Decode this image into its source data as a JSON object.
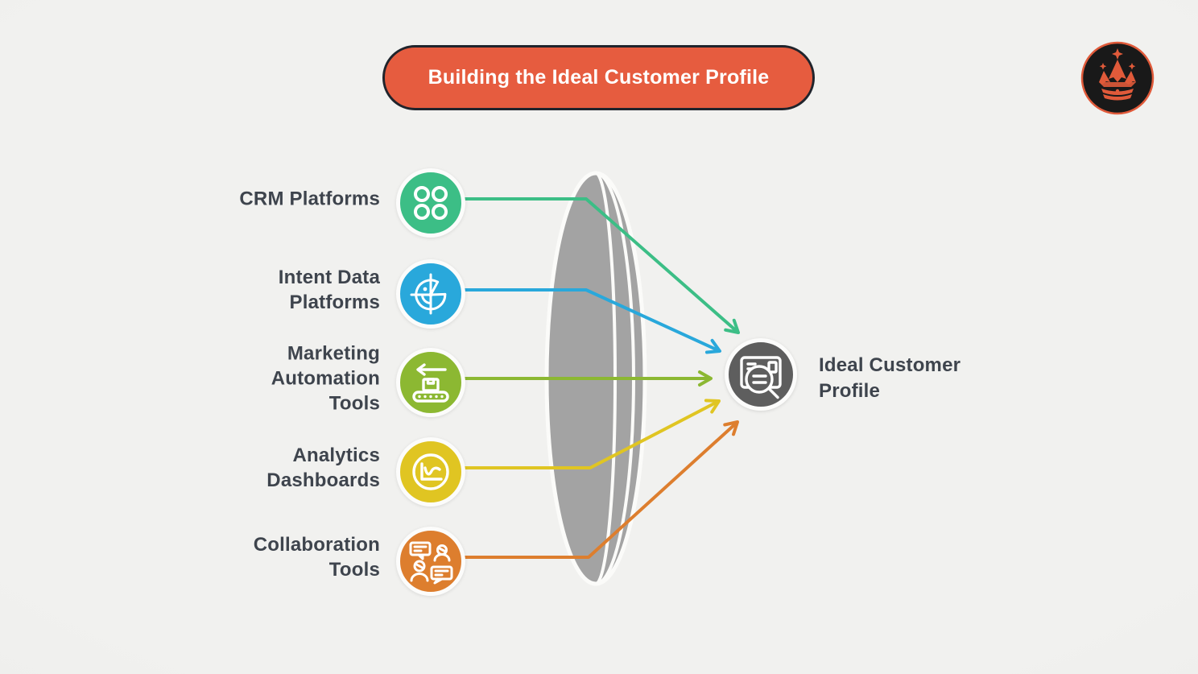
{
  "background": "#F0F0EE",
  "text_color": "#3E444D",
  "title": {
    "label": "Building the Ideal Customer Profile",
    "fill": "#E65C3F",
    "border": "#20242C",
    "text_color": "#FFFFFF"
  },
  "logo": {
    "name": "mountain-crown-logo",
    "bg": "#191919",
    "accent": "#E05A3A"
  },
  "lens": {
    "fill": "#A3A3A3",
    "edge": "#FBFBF9"
  },
  "sources": [
    {
      "label": "CRM Platforms",
      "color": "#3CBE86",
      "icon": "crm-contacts-grid-icon"
    },
    {
      "label": "Intent Data\nPlatforms",
      "color": "#29A8DB",
      "icon": "radar-icon"
    },
    {
      "label": "Marketing\nAutomation\nTools",
      "color": "#8CB832",
      "icon": "conveyor-belt-icon"
    },
    {
      "label": "Analytics\nDashboards",
      "color": "#E0C522",
      "icon": "line-chart-icon"
    },
    {
      "label": "Collaboration\nTools",
      "color": "#DD7E2E",
      "icon": "people-chat-icon"
    }
  ],
  "result": {
    "label": "Ideal Customer\nProfile",
    "color": "#5E5E5E",
    "icon": "profile-magnifier-icon"
  }
}
